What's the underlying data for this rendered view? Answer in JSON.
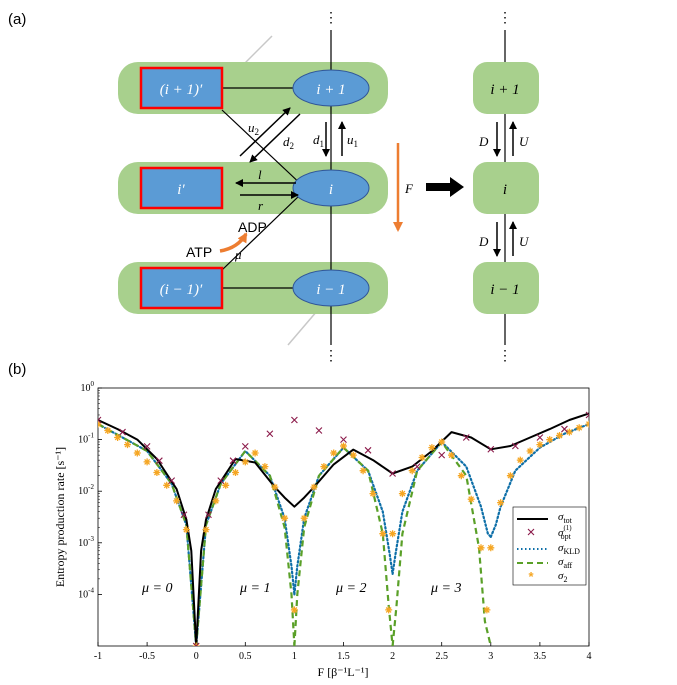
{
  "panel_a": {
    "label": "(a)",
    "motor_rows": [
      {
        "site": "i + 1",
        "state": "(i + 1)′"
      },
      {
        "site": "i",
        "state": "i′"
      },
      {
        "site": "i − 1",
        "state": "(i − 1)′"
      }
    ],
    "rates": {
      "u2": "u",
      "u2_sub": "2",
      "d2": "d",
      "d2_sub": "2",
      "d1": "d",
      "d1_sub": "1",
      "u1": "u",
      "u1_sub": "1",
      "l": "l",
      "r": "r",
      "mu": "μ"
    },
    "atp": "ATP",
    "adp": "ADP",
    "force": "F",
    "coarse_sites": [
      "i + 1",
      "i",
      "i − 1"
    ],
    "coarse_rates": {
      "D": "D",
      "U": "U"
    },
    "ellipsis": "⋮",
    "colors": {
      "green": "#a8d08d",
      "blue": "#5b9bd5",
      "red_border": "#ff0000",
      "orange": "#ed7d31"
    }
  },
  "panel_b": {
    "label": "(b)",
    "mu_labels": [
      "μ = 0",
      "μ = 1",
      "μ = 2",
      "μ = 3"
    ],
    "legend": [
      {
        "sym": "σ",
        "sub": "tot",
        "sup": ""
      },
      {
        "sym": "σ",
        "sub": "opt",
        "sup": "(1)"
      },
      {
        "sym": "σ",
        "sub": "KLD",
        "sup": ""
      },
      {
        "sym": "σ",
        "sub": "aff",
        "sup": ""
      },
      {
        "sym": "σ",
        "sub": "2",
        "sup": ""
      }
    ]
  },
  "chart_data": {
    "type": "line",
    "xlabel": "F [β⁻¹L⁻¹]",
    "ylabel": "Entropy production rate [s⁻¹]",
    "xlim": [
      -1,
      4
    ],
    "ylim": [
      1e-05,
      1
    ],
    "yscale": "log",
    "xticks": [
      "-1",
      "-0.5",
      "0",
      "0.5",
      "1",
      "1.5",
      "2",
      "2.5",
      "3",
      "3.5",
      "4"
    ],
    "yticks": [
      {
        "base": "10",
        "exp": "0"
      },
      {
        "base": "10",
        "exp": "-1"
      },
      {
        "base": "10",
        "exp": "-2"
      },
      {
        "base": "10",
        "exp": "-3"
      },
      {
        "base": "10",
        "exp": "-4"
      }
    ],
    "grid": false,
    "legend_position": "right",
    "series": [
      {
        "name": "σtot",
        "style": "solid",
        "color": "#000000",
        "segments": [
          {
            "x": [
              -1,
              -0.8,
              -0.6,
              -0.4,
              -0.2,
              -0.1,
              -0.05,
              0
            ],
            "y": [
              0.24,
              0.16,
              0.1,
              0.042,
              0.011,
              0.0028,
              0.0007,
              1e-05
            ]
          },
          {
            "x": [
              0,
              0.05,
              0.1,
              0.2,
              0.4,
              0.6,
              0.8,
              0.9,
              1,
              1.1,
              1.2,
              1.4,
              1.6,
              1.8,
              2,
              2.2,
              2.4,
              2.6,
              2.8,
              3,
              3.2,
              3.4,
              3.6,
              3.8,
              4
            ],
            "y": [
              1e-05,
              0.0007,
              0.0028,
              0.011,
              0.042,
              0.036,
              0.012,
              0.0075,
              0.005,
              0.0075,
              0.012,
              0.033,
              0.064,
              0.04,
              0.022,
              0.03,
              0.06,
              0.14,
              0.11,
              0.065,
              0.075,
              0.11,
              0.16,
              0.24,
              0.32
            ]
          }
        ]
      },
      {
        "name": "σopt(1)",
        "style": "marker-x",
        "color": "#8b1a4a",
        "x": [
          -1,
          -0.75,
          -0.5,
          -0.375,
          -0.25,
          -0.125,
          0,
          0.125,
          0.25,
          0.375,
          0.5,
          0.75,
          1,
          1.25,
          1.5,
          1.75,
          2,
          2.25,
          2.5,
          2.75,
          3,
          3.25,
          3.5,
          3.75,
          4
        ],
        "y": [
          0.24,
          0.14,
          0.074,
          0.039,
          0.016,
          0.0035,
          1e-05,
          0.0035,
          0.016,
          0.039,
          0.074,
          0.13,
          0.24,
          0.15,
          0.1,
          0.062,
          0.022,
          0.03,
          0.05,
          0.11,
          0.065,
          0.075,
          0.11,
          0.16,
          0.3
        ]
      },
      {
        "name": "σKLD",
        "style": "dotted",
        "color": "#0e6fa8",
        "segments": [
          {
            "x": [
              -1,
              -0.5,
              -0.25,
              -0.1,
              0
            ],
            "y": [
              0.2,
              0.06,
              0.014,
              0.0022,
              1e-05
            ]
          },
          {
            "x": [
              0,
              0.1,
              0.25,
              0.5,
              0.75,
              0.9,
              0.97,
              1
            ],
            "y": [
              1e-05,
              0.0022,
              0.014,
              0.06,
              0.02,
              0.003,
              0.00035,
              0.0001
            ]
          },
          {
            "x": [
              1,
              1.03,
              1.1,
              1.25,
              1.5,
              1.75,
              1.9,
              1.97,
              2
            ],
            "y": [
              0.0001,
              0.00035,
              0.003,
              0.02,
              0.07,
              0.025,
              0.004,
              0.0006,
              0.00025
            ]
          },
          {
            "x": [
              2,
              2.03,
              2.1,
              2.25,
              2.5,
              2.75,
              2.9,
              2.97,
              3
            ],
            "y": [
              0.00025,
              0.0006,
              0.004,
              0.025,
              0.09,
              0.03,
              0.005,
              0.0015,
              0.0013
            ]
          },
          {
            "x": [
              3,
              3.05,
              3.1,
              3.25,
              3.5,
              3.75,
              4
            ],
            "y": [
              0.0013,
              0.0022,
              0.005,
              0.025,
              0.07,
              0.13,
              0.2
            ]
          }
        ]
      },
      {
        "name": "σaff",
        "style": "dashed",
        "color": "#5aa028",
        "segments": [
          {
            "x": [
              -1,
              -0.5,
              -0.25,
              -0.1,
              0
            ],
            "y": [
              0.2,
              0.06,
              0.014,
              0.0022,
              1e-05
            ]
          },
          {
            "x": [
              0,
              0.1,
              0.25,
              0.5,
              0.75,
              0.9,
              0.97,
              1
            ],
            "y": [
              1e-05,
              0.0022,
              0.014,
              0.06,
              0.02,
              0.002,
              0.0001,
              1e-05
            ]
          },
          {
            "x": [
              1,
              1.03,
              1.1,
              1.25,
              1.5,
              1.75,
              1.9,
              1.96,
              2
            ],
            "y": [
              1e-05,
              0.0001,
              0.002,
              0.02,
              0.07,
              0.025,
              0.0015,
              6e-05,
              1e-05
            ]
          },
          {
            "x": [
              2,
              2.04,
              2.1,
              2.25,
              2.5,
              2.75,
              2.88,
              2.94,
              3
            ],
            "y": [
              1e-05,
              6e-05,
              0.0015,
              0.025,
              0.09,
              0.02,
              0.0008,
              3e-05,
              1e-05
            ]
          }
        ]
      },
      {
        "name": "σ2",
        "style": "marker-star",
        "color": "#f5a623",
        "x": [
          -1,
          -0.9,
          -0.8,
          -0.7,
          -0.6,
          -0.5,
          -0.4,
          -0.3,
          -0.2,
          -0.1,
          0,
          0.1,
          0.2,
          0.3,
          0.4,
          0.5,
          0.6,
          0.7,
          0.8,
          0.9,
          1,
          1.1,
          1.2,
          1.3,
          1.4,
          1.5,
          1.6,
          1.7,
          1.8,
          1.9,
          1.96,
          2,
          2.1,
          2.2,
          2.3,
          2.4,
          2.5,
          2.6,
          2.7,
          2.8,
          2.9,
          2.96,
          3,
          3.1,
          3.2,
          3.3,
          3.4,
          3.5,
          3.6,
          3.7,
          3.8,
          3.9,
          4
        ],
        "y": [
          0.2,
          0.15,
          0.11,
          0.08,
          0.055,
          0.037,
          0.023,
          0.013,
          0.0065,
          0.0018,
          1e-05,
          0.0018,
          0.0065,
          0.013,
          0.023,
          0.037,
          0.055,
          0.03,
          0.012,
          0.003,
          5e-05,
          0.003,
          0.012,
          0.03,
          0.055,
          0.075,
          0.05,
          0.025,
          0.009,
          0.0015,
          5e-05,
          0.0015,
          0.009,
          0.025,
          0.045,
          0.07,
          0.09,
          0.05,
          0.02,
          0.007,
          0.0008,
          5e-05,
          0.0008,
          0.006,
          0.02,
          0.04,
          0.06,
          0.08,
          0.1,
          0.12,
          0.14,
          0.17,
          0.2
        ]
      }
    ]
  }
}
